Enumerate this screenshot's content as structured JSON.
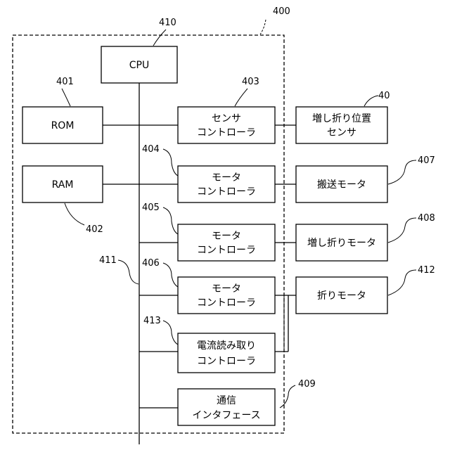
{
  "refs": {
    "system": "400",
    "sensor_unit": "40",
    "rom": "401",
    "ram": "402",
    "sensor_controller": "403",
    "motor_controller_1": "404",
    "motor_controller_2": "405",
    "motor_controller_3": "406",
    "transport_motor": "407",
    "extra_fold_motor": "408",
    "comm_interface": "409",
    "cpu": "410",
    "bus": "411",
    "fold_motor": "412",
    "current_reader": "413"
  },
  "boxes": {
    "cpu": [
      "CPU"
    ],
    "rom": [
      "ROM"
    ],
    "ram": [
      "RAM"
    ],
    "sensor_controller": [
      "センサ",
      "コントローラ"
    ],
    "motor_controller_1": [
      "モータ",
      "コントローラ"
    ],
    "motor_controller_2": [
      "モータ",
      "コントローラ"
    ],
    "motor_controller_3": [
      "モータ",
      "コントローラ"
    ],
    "current_reader": [
      "電流読み取り",
      "コントローラ"
    ],
    "comm_interface": [
      "通信",
      "インタフェース"
    ],
    "sensor": [
      "増し折り位置",
      "センサ"
    ],
    "transport_motor": [
      "搬送モータ"
    ],
    "extra_fold_motor": [
      "増し折りモータ"
    ],
    "fold_motor": [
      "折りモータ"
    ]
  }
}
